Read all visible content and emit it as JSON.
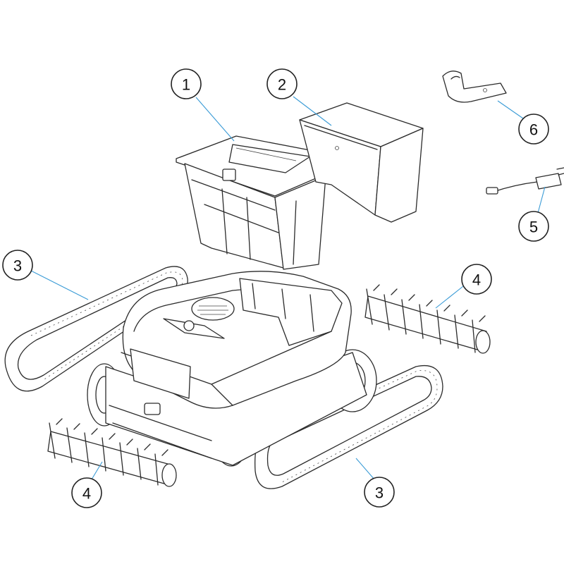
{
  "diagram": {
    "leader_color": "#3a9bd6",
    "line_color": "#2b2b2b",
    "callouts": [
      {
        "id": "c1",
        "label": "1"
      },
      {
        "id": "c2",
        "label": "2"
      },
      {
        "id": "c3a",
        "label": "3"
      },
      {
        "id": "c3b",
        "label": "3"
      },
      {
        "id": "c4a",
        "label": "4"
      },
      {
        "id": "c4b",
        "label": "4"
      },
      {
        "id": "c5",
        "label": "5"
      },
      {
        "id": "c6",
        "label": "6"
      }
    ],
    "parts": [
      {
        "ref": "1",
        "icon": "filter-basket-icon"
      },
      {
        "ref": "2",
        "icon": "filter-container-icon"
      },
      {
        "ref": "3",
        "icon": "drive-track-icon"
      },
      {
        "ref": "4",
        "icon": "brush-roller-icon"
      },
      {
        "ref": "5",
        "icon": "power-adapter-icon"
      },
      {
        "ref": "6",
        "icon": "swivel-clip-icon"
      }
    ]
  }
}
